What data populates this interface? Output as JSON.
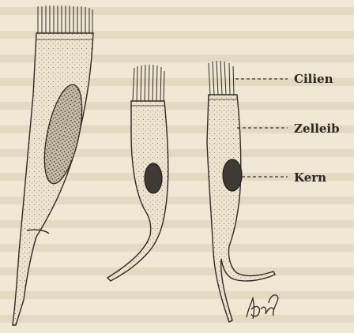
{
  "figure": {
    "labels": {
      "cilia": "Cilien",
      "cell_body": "Zelleib",
      "nucleus": "Kern"
    },
    "signature": "Ben"
  }
}
